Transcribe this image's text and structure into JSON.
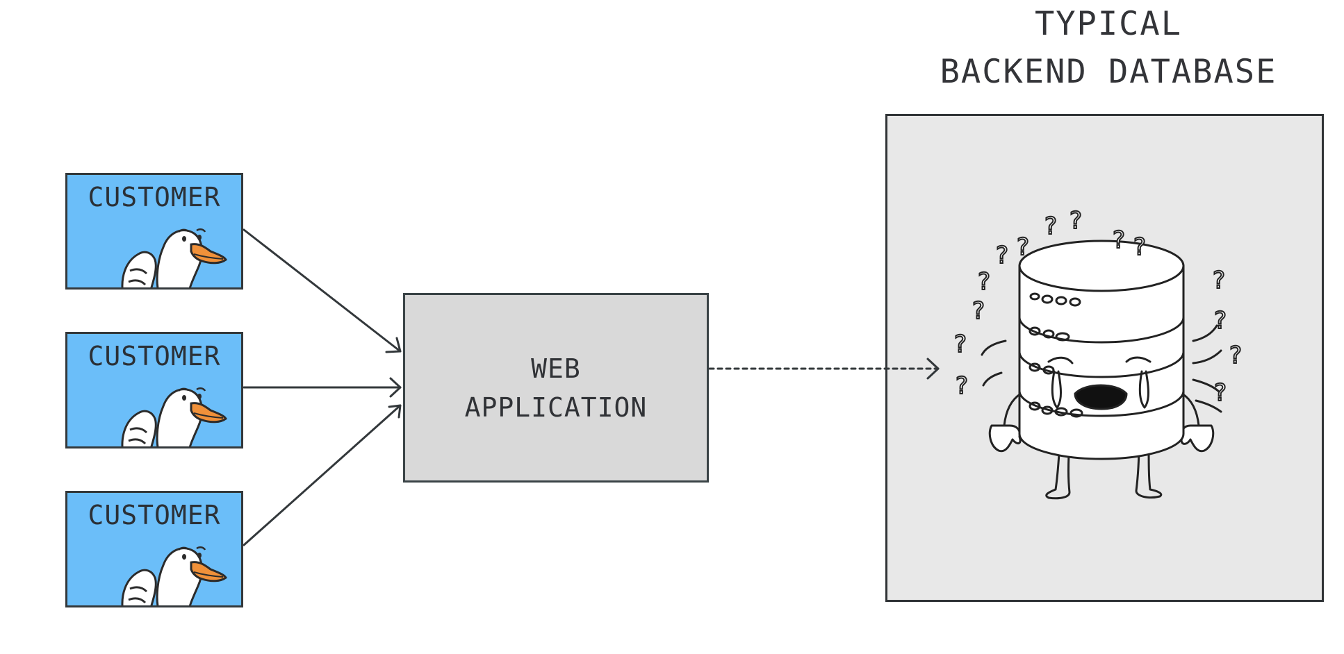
{
  "title": {
    "line1": "TYPICAL",
    "line2": "BACKEND DATABASE"
  },
  "customers": [
    {
      "label": "CUSTOMER"
    },
    {
      "label": "CUSTOMER"
    },
    {
      "label": "CUSTOMER"
    }
  ],
  "web_application": {
    "line1": "WEB",
    "line2": "APPLICATION"
  },
  "database_illustration": {
    "icon": "crying-database-icon"
  },
  "colors": {
    "customer_background": "#6bbef9",
    "web_app_background": "#d9d9d9",
    "database_background": "#e8e8e8",
    "outline": "#33383b",
    "duck_beak": "#f0913a"
  }
}
